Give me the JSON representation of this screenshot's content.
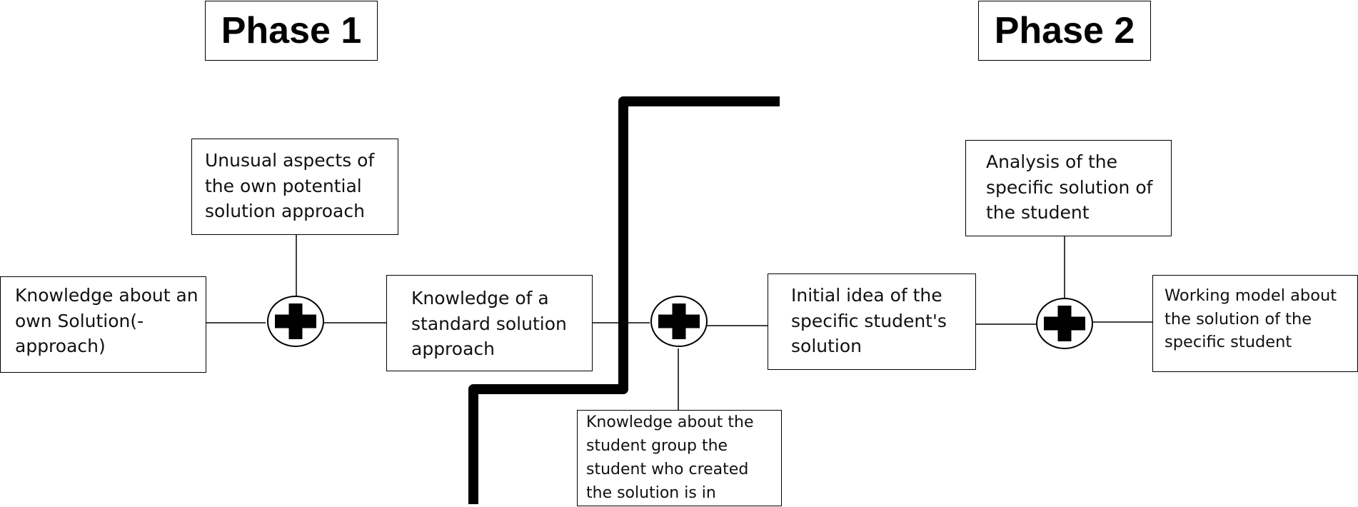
{
  "phases": {
    "phase1": "Phase 1",
    "phase2": "Phase 2"
  },
  "boxes": {
    "unusual_aspects": "Unusual aspects of the own potential solution approach",
    "knowledge_own_solution": "Knowledge about an own Solution(- approach)",
    "knowledge_standard_solution": "Knowledge of a standard solution approach",
    "knowledge_student_group": "Knowledge about the student group the student who created the solution is in",
    "initial_idea": "Initial idea of the specific student's solution",
    "analysis_specific_solution": "Analysis of the specific solution of the student",
    "working_model": "Working model about the solution of the specific student"
  },
  "icons": {
    "combine": "plus-circle-icon",
    "divider": "phase-divider-line"
  }
}
